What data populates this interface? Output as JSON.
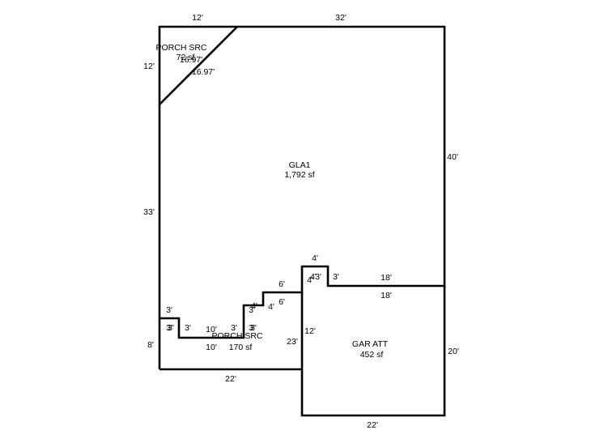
{
  "sketch": {
    "areas": {
      "gla": {
        "name": "GLA1",
        "area": "1,792 sf"
      },
      "gar": {
        "name": "GAR ATT",
        "area": "452 sf"
      },
      "porch_top": {
        "name": "PORCH SRC",
        "area": "72 sf"
      },
      "porch_bottom": {
        "name": "PORCH SRC",
        "area": "170 sf"
      }
    },
    "dimensions": {
      "top_left_12": "12'",
      "top_32": "32'",
      "left_12": "12'",
      "diag_1697a": "16.97'",
      "diag_1697b": "16.97'",
      "left_33": "33'",
      "right_40": "40'",
      "notch_top_4": "4'",
      "notch_left_4a": "4'",
      "notch_left_4b": "4'",
      "notch_right_3a": "3'",
      "notch_right_3b": "3'",
      "gar_top_18a": "18'",
      "gar_top_18b": "18'",
      "step_6a": "6'",
      "step_6b": "6'",
      "step_4a": "4'",
      "step_4b": "4'",
      "step_3a": "3'",
      "step_3b": "3'",
      "step_3c": "3'",
      "porch_10a": "10'",
      "porch_10b": "10'",
      "porch_3c": "3'",
      "porch_3d": "3'",
      "porch_3e": "3'",
      "porch_3f": "3'",
      "left_8": "8'",
      "bottom_22a": "22'",
      "gar_12": "12'",
      "gar_23": "23'",
      "gar_20": "20'",
      "gar_bottom_22": "22'"
    }
  }
}
